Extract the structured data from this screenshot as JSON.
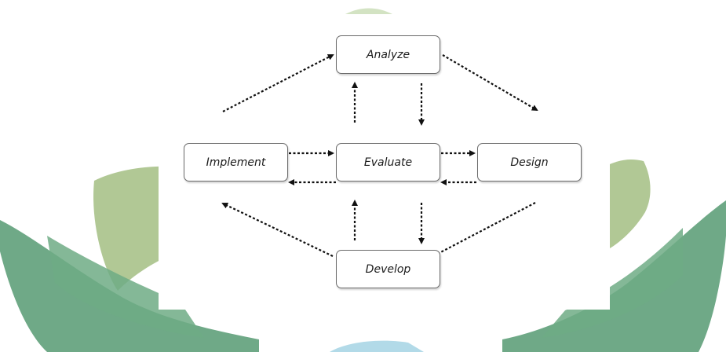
{
  "diagram": {
    "nodes": {
      "analyze": "Analyze",
      "implement": "Implement",
      "evaluate": "Evaluate",
      "design": "Design",
      "develop": "Develop"
    }
  }
}
